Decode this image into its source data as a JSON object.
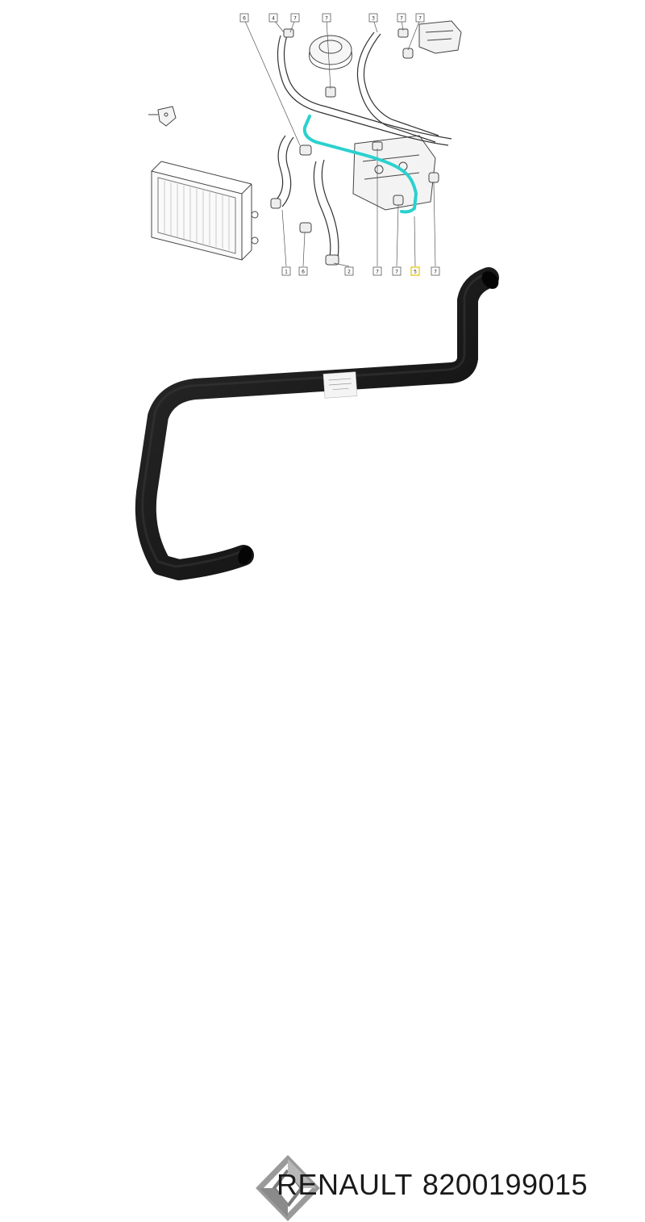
{
  "diagram": {
    "callouts_top": [
      {
        "id": "c6t",
        "label": "6"
      },
      {
        "id": "c4t",
        "label": "4"
      },
      {
        "id": "c7a",
        "label": "7"
      },
      {
        "id": "c7b",
        "label": "7"
      },
      {
        "id": "c3t",
        "label": "3"
      },
      {
        "id": "c7c",
        "label": "7"
      },
      {
        "id": "c7d",
        "label": "7"
      }
    ],
    "callouts_bottom": [
      {
        "id": "c1b",
        "label": "1"
      },
      {
        "id": "c6b",
        "label": "6"
      },
      {
        "id": "c2b",
        "label": "2"
      },
      {
        "id": "c7e",
        "label": "7"
      },
      {
        "id": "c7f",
        "label": "7"
      },
      {
        "id": "c5b",
        "label": "5"
      },
      {
        "id": "c7g",
        "label": "7"
      }
    ],
    "highlight_color": "#2ad1cf",
    "hose_color": "#141414"
  },
  "footer": {
    "brand": "RENAULT",
    "part_number": "8200199015",
    "logo": "renault-diamond-logo"
  }
}
